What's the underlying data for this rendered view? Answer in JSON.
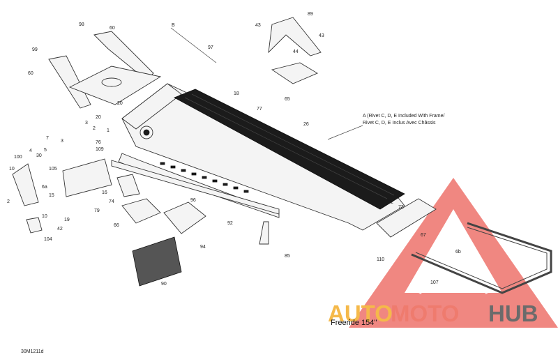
{
  "diagram": {
    "title": "Freeride 154''",
    "figure_code": "30M1211d",
    "note_line_1": "A (Rivet C, D, E Included With Frame/",
    "note_line_2": "Rivet C, D, E Inclus Avec Châssis",
    "callout_b": "B",
    "watermark": {
      "text_auto": "AUTO",
      "text_moto": "MOTO",
      "text_hub": "HUB",
      "color_auto": "#f5b94a",
      "color_moto": "#ef7b6e",
      "color_hub": "#6b6b6b",
      "color_logo": "#e8433a"
    }
  },
  "labels": [
    {
      "id": "98",
      "text": "98"
    },
    {
      "id": "60a",
      "text": "60"
    },
    {
      "id": "99",
      "text": "99"
    },
    {
      "id": "60b",
      "text": "60"
    },
    {
      "id": "97",
      "text": "97"
    },
    {
      "id": "43a",
      "text": "43"
    },
    {
      "id": "89",
      "text": "89"
    },
    {
      "id": "43b",
      "text": "43"
    },
    {
      "id": "44",
      "text": "44"
    },
    {
      "id": "65",
      "text": "65"
    },
    {
      "id": "18",
      "text": "18"
    },
    {
      "id": "77",
      "text": "77"
    },
    {
      "id": "20a",
      "text": "20"
    },
    {
      "id": "20b",
      "text": "20"
    },
    {
      "id": "2a",
      "text": "2"
    },
    {
      "id": "3a",
      "text": "3"
    },
    {
      "id": "1",
      "text": "1"
    },
    {
      "id": "26",
      "text": "26"
    },
    {
      "id": "7",
      "text": "7"
    },
    {
      "id": "4",
      "text": "4"
    },
    {
      "id": "5",
      "text": "5"
    },
    {
      "id": "30",
      "text": "30"
    },
    {
      "id": "3b",
      "text": "3"
    },
    {
      "id": "76",
      "text": "76"
    },
    {
      "id": "109",
      "text": "109"
    },
    {
      "id": "100",
      "text": "100"
    },
    {
      "id": "105",
      "text": "105"
    },
    {
      "id": "10a",
      "text": "10"
    },
    {
      "id": "6a",
      "text": "6a"
    },
    {
      "id": "15",
      "text": "15"
    },
    {
      "id": "16",
      "text": "16"
    },
    {
      "id": "74",
      "text": "74"
    },
    {
      "id": "2b",
      "text": "2"
    },
    {
      "id": "10b",
      "text": "10"
    },
    {
      "id": "19",
      "text": "19"
    },
    {
      "id": "79",
      "text": "79"
    },
    {
      "id": "96",
      "text": "96"
    },
    {
      "id": "42",
      "text": "42"
    },
    {
      "id": "66",
      "text": "66"
    },
    {
      "id": "104",
      "text": "104"
    },
    {
      "id": "92",
      "text": "92"
    },
    {
      "id": "94",
      "text": "94"
    },
    {
      "id": "85",
      "text": "85"
    },
    {
      "id": "90",
      "text": "90"
    },
    {
      "id": "2c",
      "text": "2"
    },
    {
      "id": "72",
      "text": "72"
    },
    {
      "id": "67",
      "text": "67"
    },
    {
      "id": "110",
      "text": "110"
    },
    {
      "id": "6b",
      "text": "6b"
    },
    {
      "id": "107",
      "text": "107"
    }
  ]
}
